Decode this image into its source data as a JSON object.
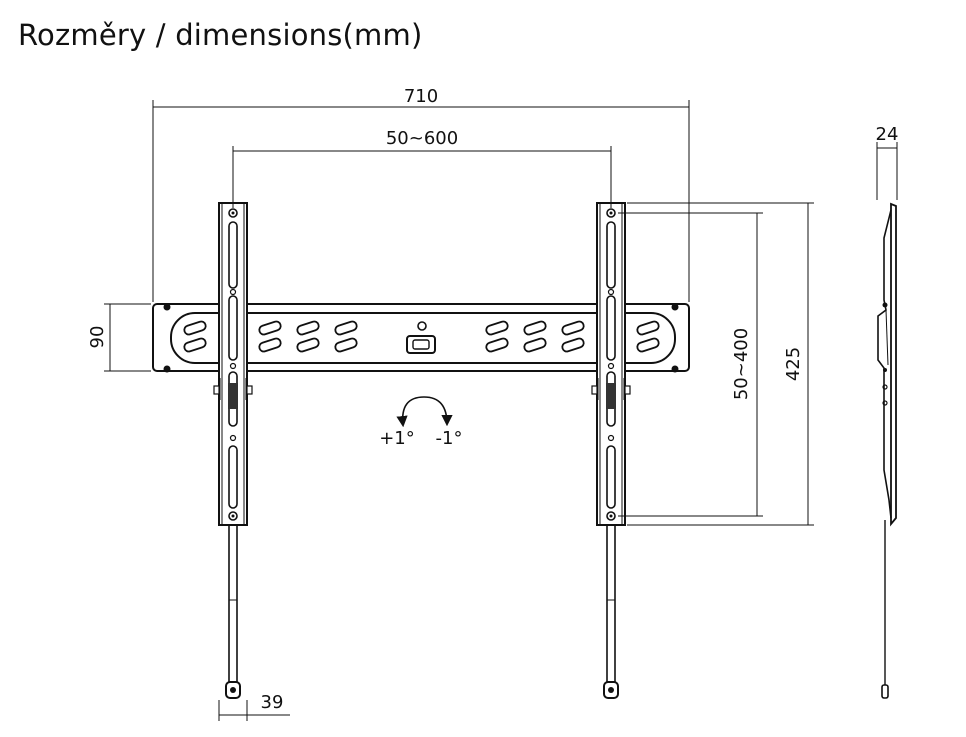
{
  "title": "Rozměry / dimensions(mm)",
  "dimensions": {
    "overall_width": "710",
    "hole_spacing_horizontal": "50~600",
    "hole_spacing_vertical": "50~400",
    "overall_height": "425",
    "plate_height": "90",
    "arm_width": "39",
    "depth": "24"
  },
  "tilt": {
    "plus": "+1°",
    "minus": "-1°"
  }
}
